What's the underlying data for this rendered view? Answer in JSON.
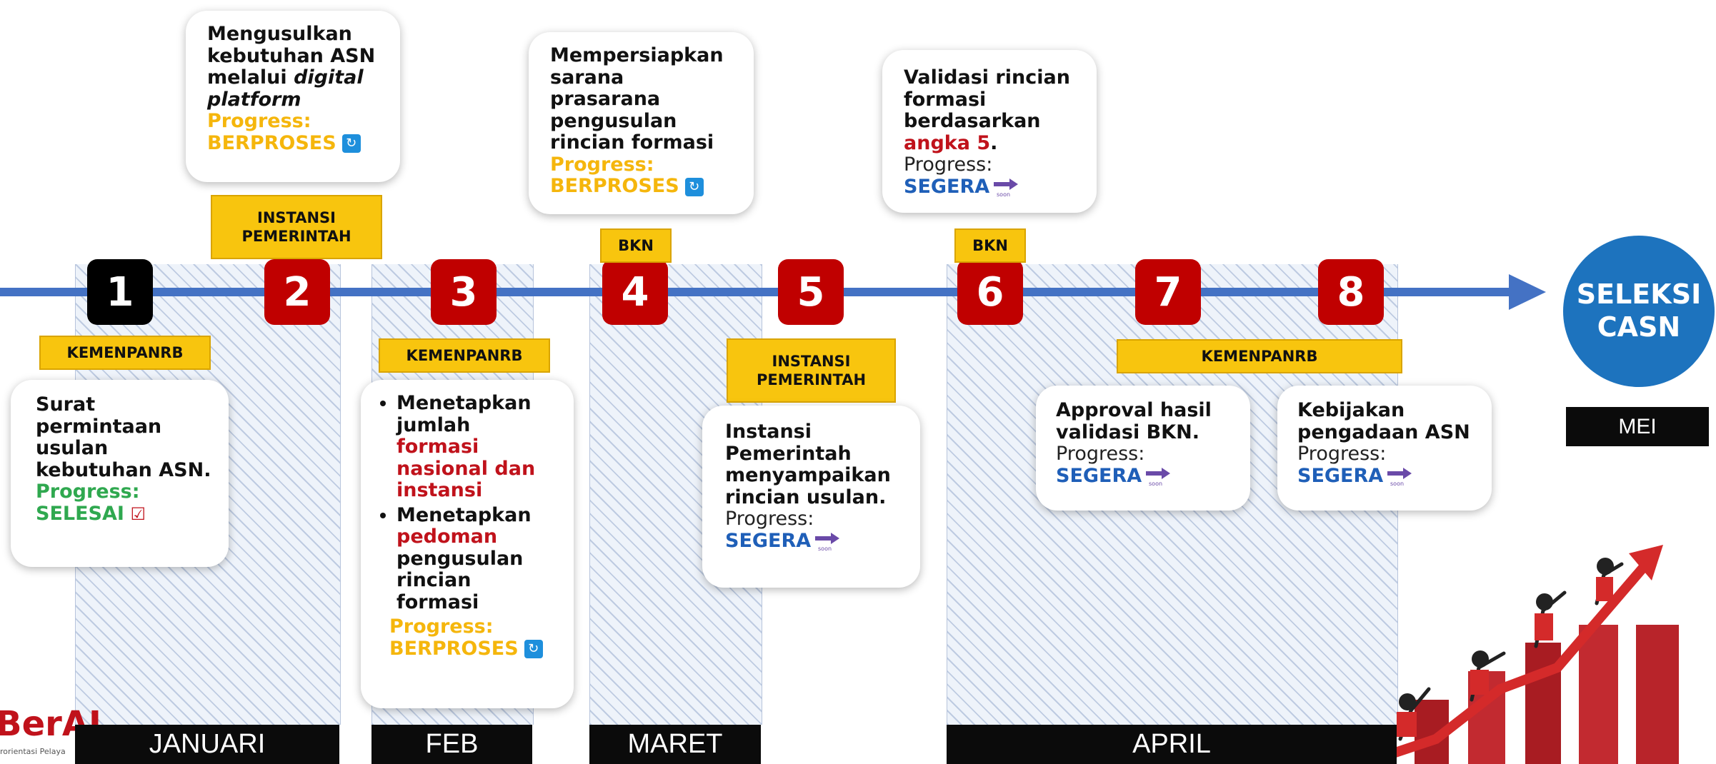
{
  "colors": {
    "timeline": "#4472c4",
    "step_red": "#c00000",
    "step_black": "#000000",
    "tag_yellow": "#f8c50e",
    "progress_yellow": "#f5b60c",
    "progress_green": "#2fa84f",
    "segera_blue": "#1f5fb8",
    "highlight_red": "#c0121b",
    "casn_circle": "#1d73be"
  },
  "months": {
    "januari": "JANUARI",
    "feb": "FEB",
    "maret": "MARET",
    "april": "APRIL",
    "mei": "MEI"
  },
  "steps": [
    "1",
    "2",
    "3",
    "4",
    "5",
    "6",
    "7",
    "8"
  ],
  "end_node": {
    "line1": "SELEKSI",
    "line2": "CASN"
  },
  "tags": {
    "t1": "KEMENPANRB",
    "t2a": "INSTANSI",
    "t2b": "PEMERINTAH",
    "t3": "KEMENPANRB",
    "t4": "BKN",
    "t5a": "INSTANSI",
    "t5b": "PEMERINTAH",
    "t6": "BKN",
    "t78": "KEMENPANRB"
  },
  "cards": {
    "c1": {
      "l1": "Surat",
      "l2": "permintaan",
      "l3": "usulan",
      "l4": "kebutuhan ASN.",
      "prog": "Progress:",
      "status": "SELESAI",
      "check": "☑"
    },
    "c2": {
      "l1": "Mengusulkan",
      "l2": "kebutuhan ASN",
      "l3": "melalui",
      "l3i": "digital",
      "l4": "platform",
      "prog": "Progress:",
      "status": "BERPROSES"
    },
    "c3": {
      "b1l1": "Menetapkan",
      "b1l2": "jumlah",
      "b1l3": "formasi",
      "b1l4": "nasional dan",
      "b1l5": "instansi",
      "b2l1": "Menetapkan",
      "b2l2": "pedoman",
      "b2l3": "pengusulan",
      "b2l4": "rincian",
      "b2l5": "formasi",
      "prog": "Progress:",
      "status": "BERPROSES"
    },
    "c4": {
      "l1": "Mempersiapkan",
      "l2": "sarana",
      "l3": "prasarana",
      "l4": "pengusulan",
      "l5": "rincian formasi",
      "prog": "Progress:",
      "status": "BERPROSES"
    },
    "c5": {
      "l1": "Instansi",
      "l2": "Pemerintah",
      "l3": "menyampaikan",
      "l4": "rincian usulan.",
      "prog": "Progress:",
      "status": "SEGERA"
    },
    "c6": {
      "l1": "Validasi  rincian",
      "l2": "formasi",
      "l3": "berdasarkan",
      "l4a": "angka 5",
      "l4b": ".",
      "prog": "Progress:",
      "status": "SEGERA"
    },
    "c7": {
      "l1": "Approval hasil",
      "l2": "validasi BKN.",
      "prog": "Progress:",
      "status": "SEGERA"
    },
    "c8": {
      "l1": "Kebijakan",
      "l2": "pengadaan ASN",
      "prog": "Progress:",
      "status": "SEGERA"
    }
  },
  "logo": {
    "text": "BerAI",
    "sub": "rorientasi Pelaya"
  },
  "icons": [
    "sync-icon",
    "arrow-soon-icon",
    "checkbox-icon",
    "timeline-arrowhead-icon",
    "climbing-people-illustration"
  ]
}
